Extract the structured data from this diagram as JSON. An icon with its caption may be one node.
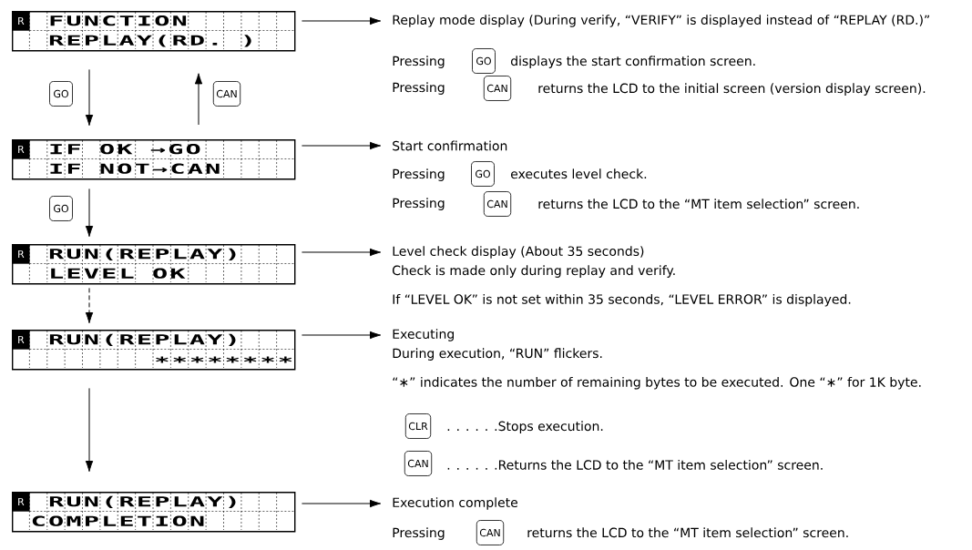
{
  "diagram": {
    "nodes": [
      {
        "text": [
          "R",
          "FUNCTION",
          "REPLAY(RD. )"
        ]
      },
      {
        "text": [
          "Replay mode display (During verify, “VERIFY” is displayed instead of “REPLAY (RD.)”",
          "Pressing",
          "displays the start confirmation screen.",
          "Pressing",
          "returns the LCD to the initial screen (version display screen)."
        ]
      },
      {
        "text": [
          "R",
          "IF OK →GO",
          "IF NOT→CAN"
        ]
      },
      {
        "text": [
          "Start confirmation",
          "Pressing",
          "executes level check.",
          "Pressing",
          "returns the LCD to the “MT item selection” screen."
        ]
      },
      {
        "text": [
          "R",
          "RUN(REPLAY)",
          "LEVEL OK"
        ]
      },
      {
        "text": [
          "Level check display (About 35 seconds)",
          "Check is made only during replay and verify.",
          "If “LEVEL OK” is not set within 35 seconds, “LEVEL ERROR” is displayed."
        ]
      },
      {
        "text": [
          "R",
          "RUN(REPLAY)",
          "∗∗∗∗∗∗∗∗"
        ]
      },
      {
        "text": [
          "Executing",
          "During execution, “RUN” flickers.",
          "“∗” indicates the number of remaining bytes to be executed. One “∗” for 1K byte.",
          ". . . . . .Stops execution.",
          ". . . . . .Returns the LCD to the “MT item selection” screen."
        ]
      },
      {
        "text": [
          "R",
          "RUN(REPLAY)",
          "COMPLETION"
        ]
      },
      {
        "text": [
          "Execution complete",
          "Pressing",
          "returns the LCD to the “MT item selection” screen."
        ]
      }
    ],
    "edges": [
      {
        "from": 0,
        "to": 1,
        "arrow": "to"
      },
      {
        "from": 0,
        "to": 2,
        "arrow": "to",
        "label": "GO"
      },
      {
        "from": 2,
        "to": 0,
        "arrow": "to",
        "label": "CAN"
      },
      {
        "from": 2,
        "to": 3,
        "arrow": "to"
      },
      {
        "from": 2,
        "to": 4,
        "arrow": "to",
        "label": "GO"
      },
      {
        "from": 4,
        "to": 5,
        "arrow": "to"
      },
      {
        "from": 4,
        "to": 6,
        "arrow": "to",
        "style": "dashed"
      },
      {
        "from": 6,
        "to": 7,
        "arrow": "to"
      },
      {
        "from": 6,
        "to": 8,
        "arrow": "to"
      },
      {
        "from": 8,
        "to": 9,
        "arrow": "to"
      }
    ],
    "labels": [
      "GO",
      "CAN",
      "GO",
      "CAN",
      "CLR",
      "CAN",
      "CAN"
    ]
  }
}
